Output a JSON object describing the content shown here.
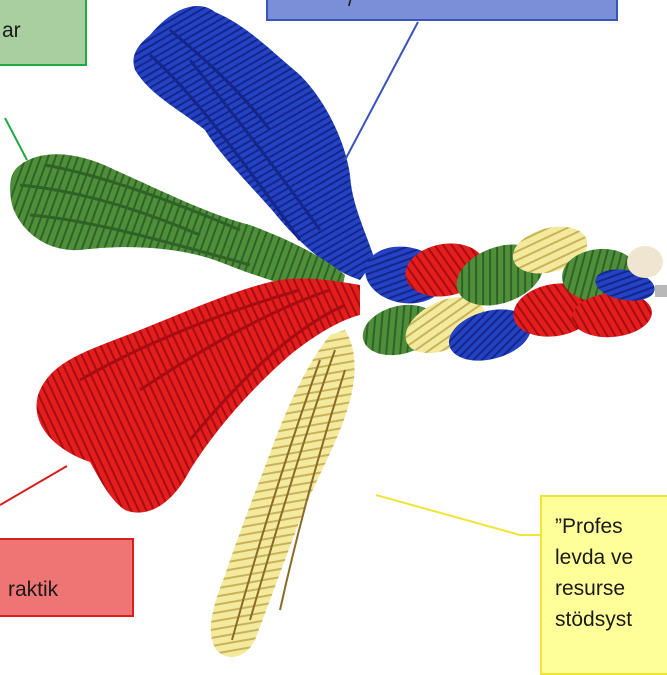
{
  "callouts": {
    "green": {
      "text": "ar",
      "border": "#22a845",
      "fill": "#a9cfa0"
    },
    "blue": {
      "text": "/ ",
      "border": "#3a55b9",
      "fill": "#7a8fd8"
    },
    "red": {
      "text": "raktik",
      "border": "#d81e1e",
      "fill": "#ef7575"
    },
    "yellow": {
      "lines": [
        "”Profes",
        "levda ve",
        "resurse",
        "stödsyst"
      ],
      "border": "#f0e436",
      "fill": "#ffff99"
    }
  },
  "strands": [
    {
      "color": "#2342c4",
      "name": "blue-strand"
    },
    {
      "color": "#4f8f3a",
      "name": "green-strand"
    },
    {
      "color": "#e41d1d",
      "name": "red-strand"
    },
    {
      "color": "#f1e592",
      "name": "yellow-strand"
    }
  ]
}
